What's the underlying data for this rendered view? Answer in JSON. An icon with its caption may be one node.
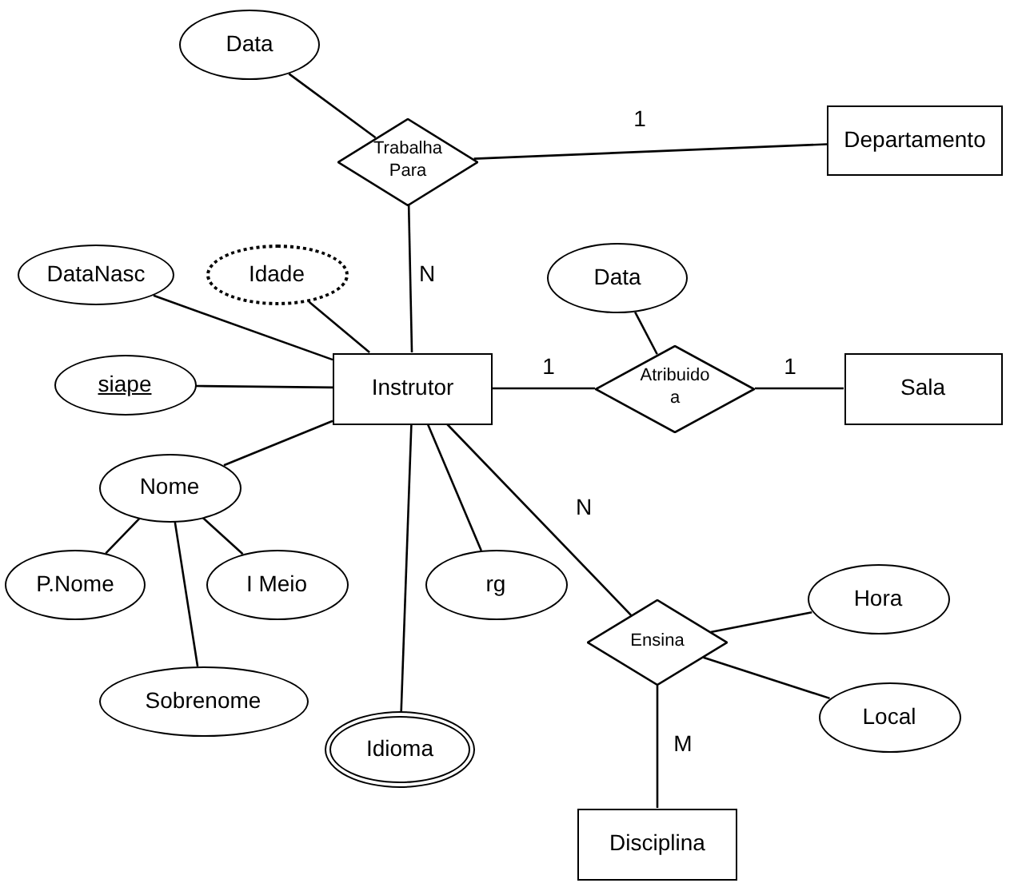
{
  "diagram": {
    "nodes": [
      {
        "text": [
          "Data"
        ]
      },
      {
        "text": [
          "Trabalha Para"
        ]
      },
      {
        "text": [
          "Departamento"
        ]
      },
      {
        "text": [
          "DataNasc"
        ]
      },
      {
        "text": [
          "Idade"
        ]
      },
      {
        "text": [
          "Data"
        ]
      },
      {
        "text": [
          "siape"
        ]
      },
      {
        "text": [
          "Instrutor"
        ]
      },
      {
        "text": [
          "Atribuido a"
        ]
      },
      {
        "text": [
          "Sala"
        ]
      },
      {
        "text": [
          "Nome"
        ]
      },
      {
        "text": [
          "P.Nome"
        ]
      },
      {
        "text": [
          "I Meio"
        ]
      },
      {
        "text": [
          "rg"
        ]
      },
      {
        "text": [
          "Hora"
        ]
      },
      {
        "text": [
          "Ensina"
        ]
      },
      {
        "text": [
          "Sobrenome"
        ]
      },
      {
        "text": [
          "Local"
        ]
      },
      {
        "text": [
          "Idioma"
        ]
      },
      {
        "text": [
          "Disciplina"
        ]
      }
    ],
    "edges": [
      {
        "from": 0,
        "to": 1,
        "arrow": "none"
      },
      {
        "from": 1,
        "to": 2,
        "arrow": "none",
        "label": "1"
      },
      {
        "from": 7,
        "to": 1,
        "arrow": "none",
        "label": "N"
      },
      {
        "from": 3,
        "to": 7,
        "arrow": "none"
      },
      {
        "from": 4,
        "to": 7,
        "arrow": "none"
      },
      {
        "from": 6,
        "to": 7,
        "arrow": "none"
      },
      {
        "from": 7,
        "to": 8,
        "arrow": "none",
        "label": "1"
      },
      {
        "from": 5,
        "to": 8,
        "arrow": "none"
      },
      {
        "from": 8,
        "to": 9,
        "arrow": "none",
        "label": "1"
      },
      {
        "from": 7,
        "to": 10,
        "arrow": "none"
      },
      {
        "from": 10,
        "to": 11,
        "arrow": "none"
      },
      {
        "from": 10,
        "to": 12,
        "arrow": "none"
      },
      {
        "from": 10,
        "to": 16,
        "arrow": "none"
      },
      {
        "from": 7,
        "to": 13,
        "arrow": "none"
      },
      {
        "from": 7,
        "to": 18,
        "arrow": "none"
      },
      {
        "from": 7,
        "to": 15,
        "arrow": "none",
        "label": "N"
      },
      {
        "from": 15,
        "to": 14,
        "arrow": "none"
      },
      {
        "from": 15,
        "to": 17,
        "arrow": "none"
      },
      {
        "from": 15,
        "to": 19,
        "arrow": "none",
        "label": "M"
      }
    ]
  }
}
